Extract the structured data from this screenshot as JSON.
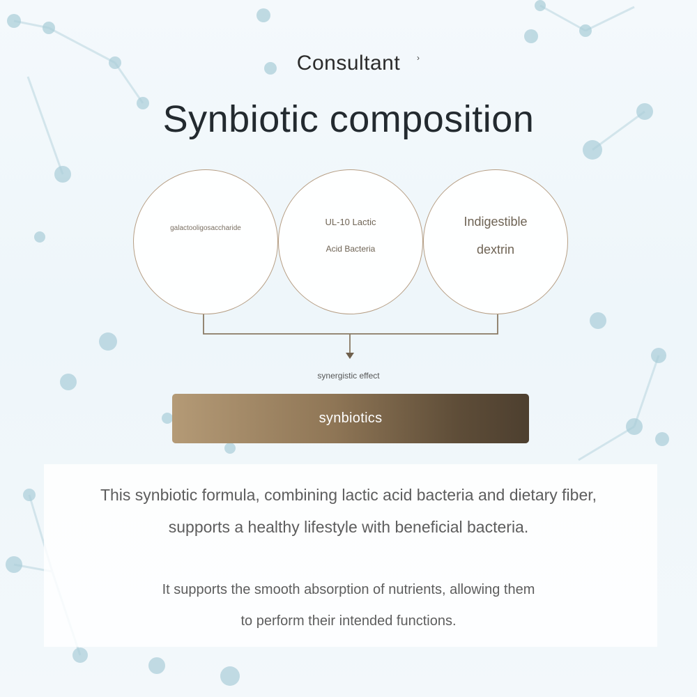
{
  "header": {
    "eyebrow": "Consultant",
    "eyebrow_mark": "›",
    "title": "Synbiotic composition"
  },
  "ingredients": [
    {
      "lines": [
        "galactooligosaccharide"
      ]
    },
    {
      "lines": [
        "UL-10 Lactic",
        "Acid Bacteria"
      ]
    },
    {
      "lines": [
        "Indigestible",
        "dextrin"
      ]
    }
  ],
  "diagram": {
    "effect_label": "synergistic effect",
    "result_label": "synbiotics"
  },
  "description": {
    "paragraph1": [
      "This synbiotic formula, combining lactic acid bacteria and dietary fiber,",
      "supports a healthy lifestyle with beneficial bacteria."
    ],
    "paragraph2": [
      "It supports the smooth absorption of nutrients, allowing them",
      "to perform their intended functions."
    ]
  },
  "colors": {
    "circle_border": "#b69e84",
    "bar_start": "#b49a76",
    "bar_end": "#4d3f2f",
    "connector": "#8a7a64",
    "molecule": "#a9cdd8"
  }
}
